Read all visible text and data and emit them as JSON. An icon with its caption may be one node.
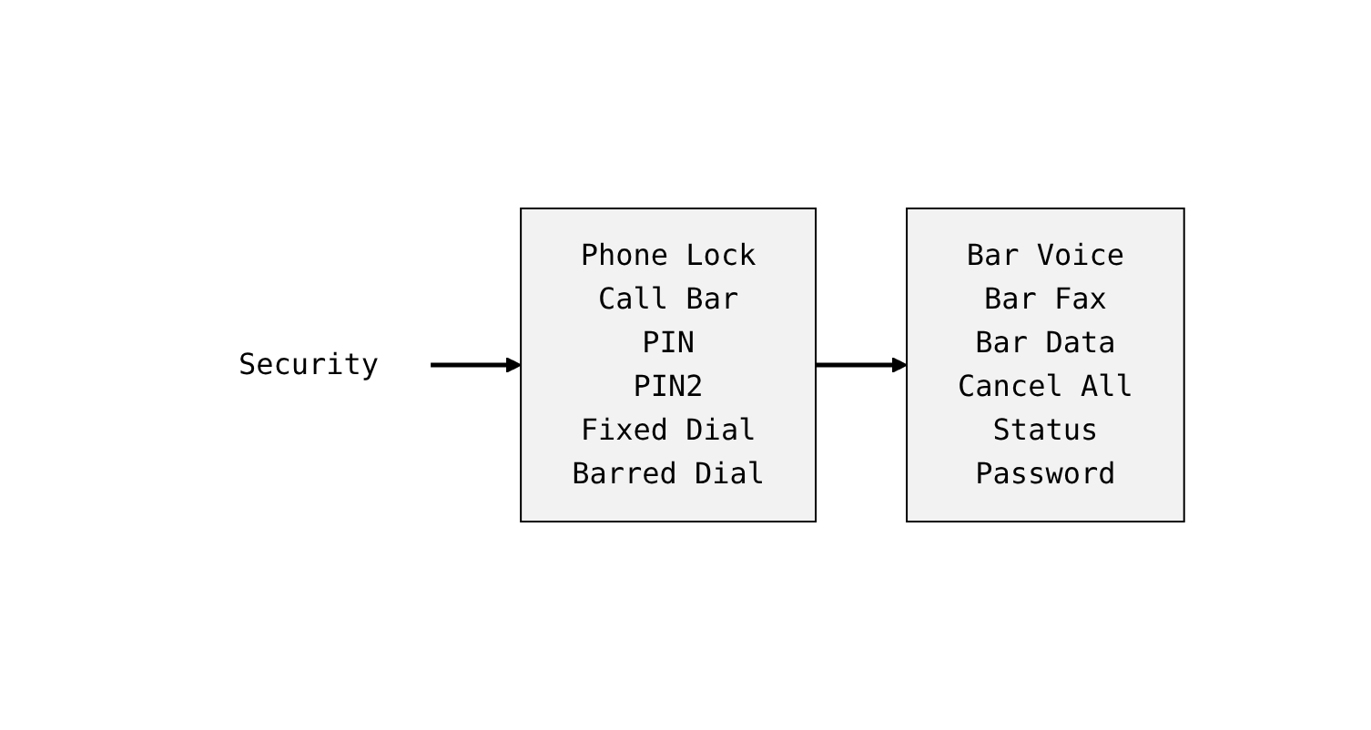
{
  "diagram": {
    "nodes": [
      {
        "text": [
          "Security"
        ]
      },
      {
        "text": [
          "Phone Lock",
          "Call Bar",
          "PIN",
          "PIN2",
          "Fixed Dial",
          "Barred Dial"
        ]
      },
      {
        "text": [
          "Bar Voice",
          "Bar Fax",
          "Bar Data",
          "Cancel All",
          "Status",
          "Password"
        ]
      }
    ],
    "edges": [
      {
        "from": 0,
        "to": 1,
        "arrow": "to"
      },
      {
        "from": 1,
        "to": 2,
        "arrow": "to"
      }
    ]
  }
}
